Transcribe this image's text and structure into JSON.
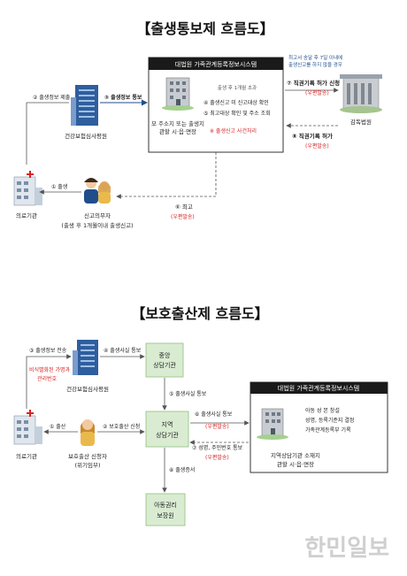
{
  "diagram1": {
    "title": "【출생통보제 흐름도】",
    "system_header": "대법원 가족관계등록정보시스템",
    "system_lines": [
      "출생 후 1개월 초과",
      "④ 출생신고 미 신고대상 확인",
      "⑤ 최고대상 확인 및 주소 조회",
      "※ 출생신고 사건처리"
    ],
    "node_hira": "건강보험심사평원",
    "node_municipal_line1": "모 주소지 또는 출생지",
    "node_municipal_line2": "관할 시·읍·면장",
    "node_court": "감독법원",
    "node_hospital": "의료기관",
    "node_parent_line1": "신고의무자",
    "node_parent_line2": "(출생 후 1개월이내 출생신고)",
    "note_line1": "최고서 송달 후 7일 이내에",
    "note_line2": "출생신고를 하지 않을 경우",
    "label_1": "① 출생",
    "label_2": "② 출생정보 제출",
    "label_3": "③ 출생정보 통보",
    "label_6": "⑥ 최고",
    "label_6_sub": "(우편발송)",
    "label_7": "⑦ 직권기록 허가 신청",
    "label_7_sub": "(우편발송)",
    "label_8": "⑧ 직권기록 허가",
    "label_8_sub": "(우편발송)"
  },
  "diagram2": {
    "title": "【보호출산제 흐름도】",
    "system_header": "대법원 가족관계등록정보시스템",
    "node_central_line1": "중앙",
    "node_central_line2": "상담기관",
    "node_local_line1": "지역",
    "node_local_line2": "상담기관",
    "node_child_line1": "아동권리",
    "node_child_line2": "보장원",
    "node_hira": "건강보험심사평원",
    "node_hospital": "의료기관",
    "node_mother_line1": "보호출산 신청자",
    "node_mother_line2": "(위기임부)",
    "system_lines": [
      "아동 성 본 창설",
      "성명, 등록기준지 결정",
      "가족관계등록부 기록"
    ],
    "system_bottom_line1": "지역상담기관 소재지",
    "system_bottom_line2": "관할 시·읍·면장",
    "red_note_line1": "비식별화된 가명과",
    "red_note_line2": "관리번호",
    "label_1": "① 출산",
    "label_2": "② 보호출산 신청",
    "label_3": "③ 출생정보 전송",
    "label_4": "④ 출생사실 통보",
    "label_5": "⑤ 출생사실 통보",
    "label_6": "⑥ 출생사실 통보",
    "label_6_sub": "(우편발송)",
    "label_7": "⑦ 성명, 주민번호 통보",
    "label_7_sub": "(우편발송)",
    "label_8": "⑧ 출생증서"
  },
  "watermark": "한민일보",
  "colors": {
    "accent_blue": "#1f4e8c",
    "red": "#d62222",
    "box_green": "#d9ecd2",
    "box_border": "#8fbf7e",
    "dark_header": "#1a1a1a"
  }
}
